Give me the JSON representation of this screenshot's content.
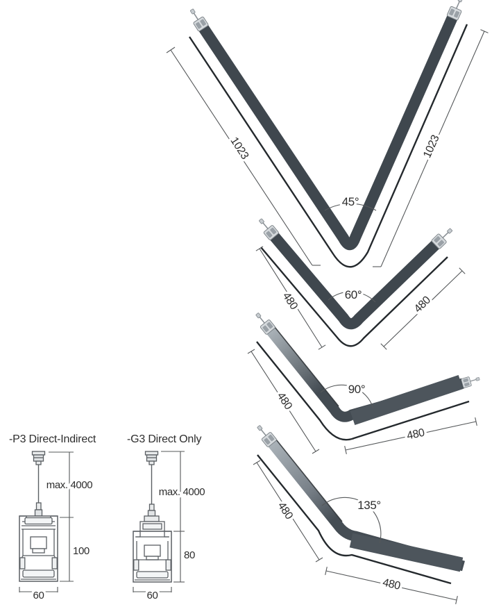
{
  "page": {
    "background": "#ffffff",
    "type": "luminaire-angle-dimension-diagram"
  },
  "fixtures": [
    {
      "id": "45",
      "angle": "45°",
      "left_dim": "1023",
      "right_dim": "1023"
    },
    {
      "id": "60",
      "angle": "60°",
      "left_dim": "480",
      "right_dim": "480"
    },
    {
      "id": "90",
      "angle": "90°",
      "left_dim": "480",
      "right_dim": "480"
    },
    {
      "id": "135",
      "angle": "135°",
      "left_dim": "480",
      "right_dim": "480"
    }
  ],
  "cross_sections": [
    {
      "id": "P3",
      "title": "-P3 Direct-Indirect",
      "max_suspension": "max. 4000",
      "body_height": "100",
      "body_width": "60"
    },
    {
      "id": "G3",
      "title": "-G3 Direct Only",
      "max_suspension": "max. 4000",
      "body_height": "80",
      "body_width": "60"
    }
  ],
  "colors": {
    "profile_dark": "#3f474e",
    "profile_top": "#4d555c",
    "profile_light": "#a8b0b6",
    "profile_edge": "#24292d",
    "line": "#55585a",
    "text": "#2d2d2d",
    "connector_light": "#d6dadd",
    "connector_mid": "#9aa1a7",
    "section_line": "#5a5f63"
  }
}
